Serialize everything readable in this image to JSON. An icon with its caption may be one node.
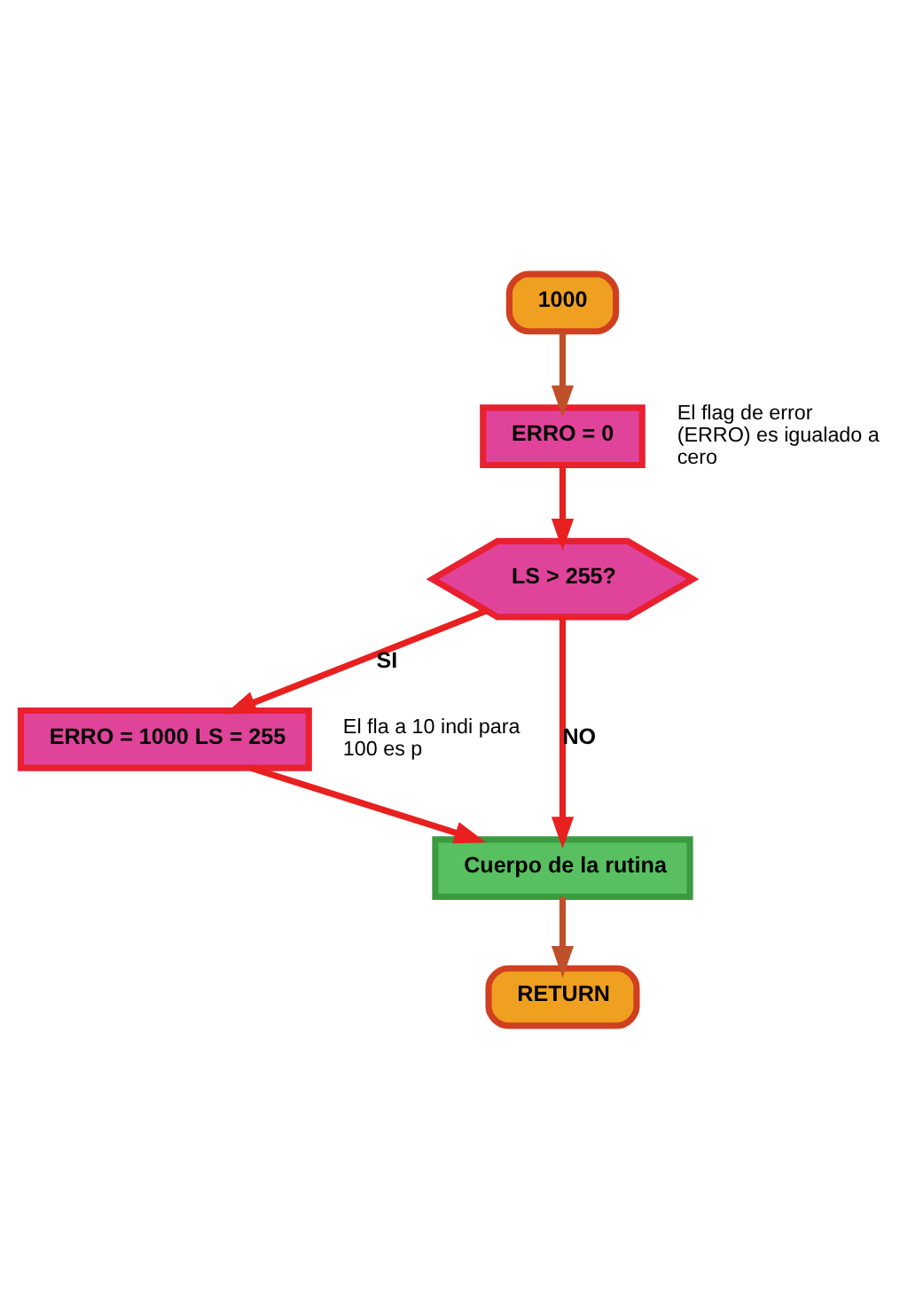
{
  "diagram": {
    "nodes": [
      {
        "text": [
          "1000"
        ]
      },
      {
        "text": [
          "ERRO = 0"
        ],
        "beside": [
          "El flag de error (ERRO) es igualado a cero"
        ]
      },
      {
        "text": [
          "LS > 255?"
        ]
      },
      {
        "text": [
          "ERRO = 1000 LS = 255"
        ],
        "beside": [
          "El fla a 10 indi para 100 es p"
        ]
      },
      {
        "text": [
          "Cuerpo de la rutina"
        ]
      },
      {
        "text": [
          "RETURN"
        ]
      }
    ],
    "edges": [
      {
        "from": 0,
        "to": 1,
        "arrow": "to",
        "color": "#c0502a"
      },
      {
        "from": 1,
        "to": 2,
        "arrow": "to"
      },
      {
        "from": 2,
        "to": 3,
        "arrow": "to",
        "label": "SI"
      },
      {
        "from": 2,
        "to": 4,
        "arrow": "to",
        "label": "NO"
      },
      {
        "from": 3,
        "to": 4,
        "arrow": "to"
      },
      {
        "from": 4,
        "to": 5,
        "arrow": "to",
        "color": "#c0502a"
      }
    ]
  }
}
